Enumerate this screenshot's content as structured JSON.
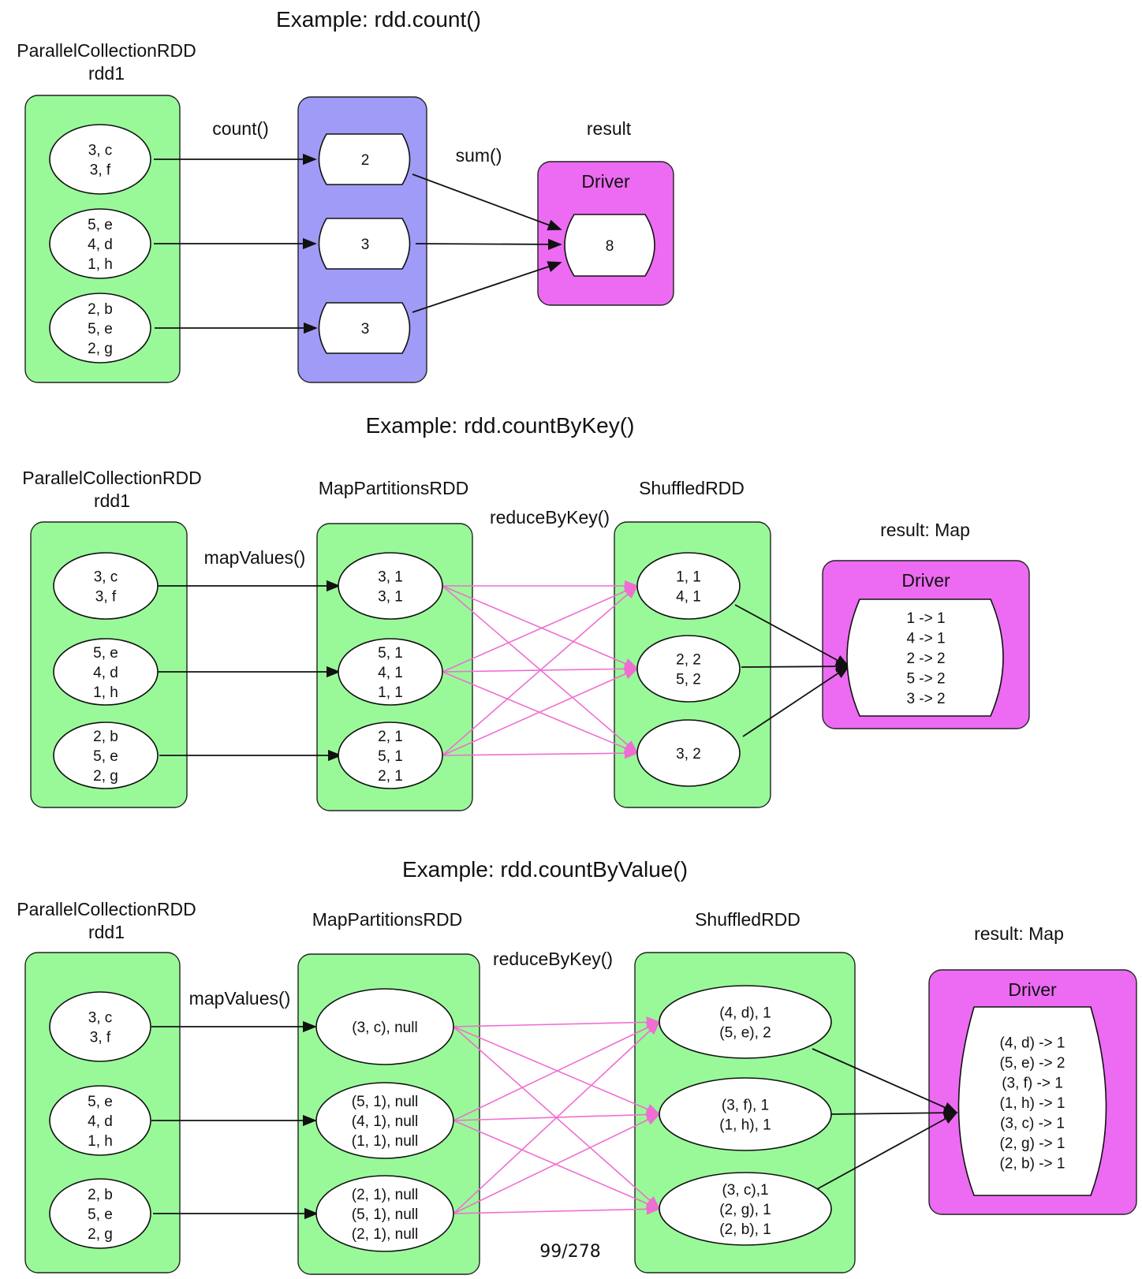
{
  "colors": {
    "rdd_green": "#99f999",
    "count_blue": "#a09bf6",
    "driver_magenta": "#ec6bf2",
    "shuffle_edge_pink": "#ee6fd1",
    "edge_black": "#111111"
  },
  "page_number": "99/278",
  "examples": [
    {
      "id": "count",
      "title": "Example: rdd.count()",
      "stages": [
        {
          "label_lines": [
            "ParallelCollectionRDD",
            "rdd1"
          ],
          "color": "rdd_green",
          "nodes": [
            [
              "3, c",
              "3, f"
            ],
            [
              "5, e",
              "4, d",
              "1, h"
            ],
            [
              "2, b",
              "5, e",
              "2, g"
            ]
          ]
        },
        {
          "label_lines": [],
          "color": "count_blue",
          "nodes": [
            [
              "2"
            ],
            [
              "3"
            ],
            [
              "3"
            ]
          ]
        }
      ],
      "operations": [
        "count()",
        "sum()"
      ],
      "result": {
        "label": "result",
        "container_title": "Driver",
        "lines": [
          "8"
        ]
      }
    },
    {
      "id": "countByKey",
      "title": "Example: rdd.countByKey()",
      "stages": [
        {
          "label_lines": [
            "ParallelCollectionRDD",
            "rdd1"
          ],
          "color": "rdd_green",
          "nodes": [
            [
              "3, c",
              "3, f"
            ],
            [
              "5, e",
              "4, d",
              "1, h"
            ],
            [
              "2, b",
              "5, e",
              "2, g"
            ]
          ]
        },
        {
          "label_lines": [
            "MapPartitionsRDD"
          ],
          "color": "rdd_green",
          "nodes": [
            [
              "3, 1",
              "3, 1"
            ],
            [
              "5, 1",
              "4, 1",
              "1, 1"
            ],
            [
              "2, 1",
              "5, 1",
              "2, 1"
            ]
          ]
        },
        {
          "label_lines": [
            "ShuffledRDD"
          ],
          "color": "rdd_green",
          "nodes": [
            [
              "1, 1",
              "4, 1"
            ],
            [
              "2, 2",
              "5, 2"
            ],
            [
              "3, 2"
            ]
          ]
        }
      ],
      "operations": [
        "mapValues()",
        "reduceByKey()"
      ],
      "result": {
        "label": "result: Map",
        "container_title": "Driver",
        "lines": [
          "1 -> 1",
          "4 -> 1",
          "2 -> 2",
          "5 -> 2",
          "3 -> 2"
        ]
      }
    },
    {
      "id": "countByValue",
      "title": "Example: rdd.countByValue()",
      "stages": [
        {
          "label_lines": [
            "ParallelCollectionRDD",
            "rdd1"
          ],
          "color": "rdd_green",
          "nodes": [
            [
              "3, c",
              "3, f"
            ],
            [
              "5, e",
              "4, d",
              "1, h"
            ],
            [
              "2, b",
              "5, e",
              "2, g"
            ]
          ]
        },
        {
          "label_lines": [
            "MapPartitionsRDD"
          ],
          "color": "rdd_green",
          "nodes": [
            [
              "(3, c), null"
            ],
            [
              "(5, 1), null",
              "(4, 1), null",
              "(1, 1), null"
            ],
            [
              "(2, 1), null",
              "(5, 1), null",
              "(2, 1), null"
            ]
          ]
        },
        {
          "label_lines": [
            "ShuffledRDD"
          ],
          "color": "rdd_green",
          "nodes": [
            [
              "(4, d), 1",
              "(5, e), 2"
            ],
            [
              "(3, f), 1",
              "(1, h), 1"
            ],
            [
              "(3, c),1",
              "(2, g), 1",
              "(2, b), 1"
            ]
          ]
        }
      ],
      "operations": [
        "mapValues()",
        "reduceByKey()"
      ],
      "result": {
        "label": "result: Map",
        "container_title": "Driver",
        "lines": [
          "(4, d) -> 1",
          "(5, e) -> 2",
          "(3, f) -> 1",
          "(1, h) -> 1",
          "(3, c) -> 1",
          "(2, g) -> 1",
          "(2, b) -> 1"
        ]
      }
    }
  ]
}
